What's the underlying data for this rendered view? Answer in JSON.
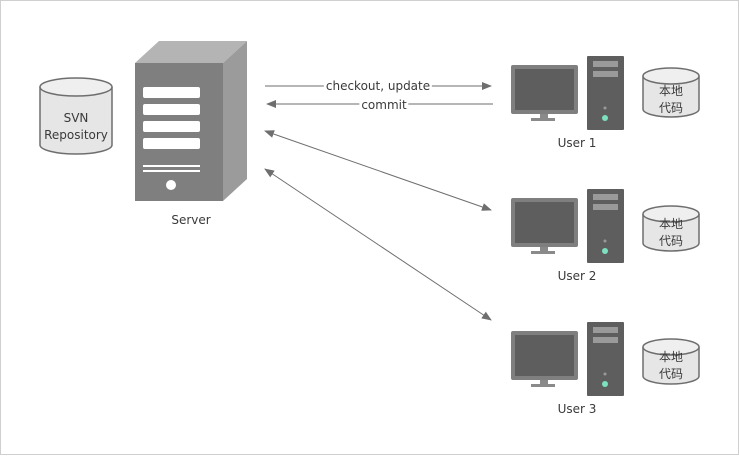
{
  "repository": {
    "line1": "SVN",
    "line2": "Repository"
  },
  "server": {
    "label": "Server"
  },
  "edges": {
    "checkout_label": "checkout, update",
    "commit_label": "commit"
  },
  "users": [
    {
      "label": "User 1",
      "local_line1": "本地",
      "local_line2": "代码"
    },
    {
      "label": "User 2",
      "local_line1": "本地",
      "local_line2": "代码"
    },
    {
      "label": "User 3",
      "local_line1": "本地",
      "local_line2": "代码"
    }
  ],
  "colors": {
    "icon": "#7f7f7f",
    "screen": "#5e5e5e",
    "accent": "#7de0c0",
    "stroke": "#6e6e6e",
    "db_fill": "#e6e6e6"
  }
}
